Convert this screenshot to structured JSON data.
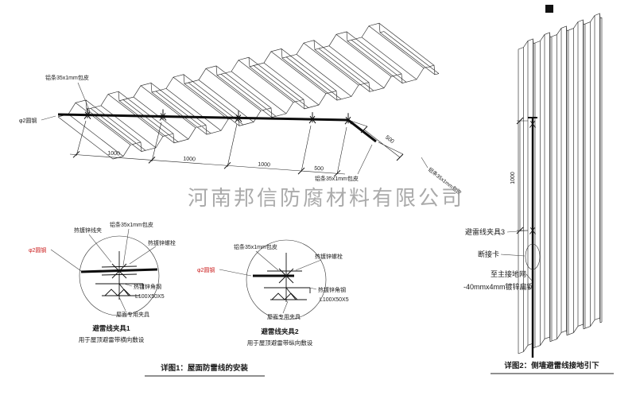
{
  "watermark": "河南邦信防腐材料有限公司",
  "main": {
    "label_strip_top": "铝条35x1mm包皮",
    "label_steel": "φ2圆钢",
    "label_strip_bottom": "铝条35x1mm包皮",
    "label_strip_right": "铝条35x1mm包皮",
    "dims": [
      "1000",
      "1000",
      "1000",
      "500"
    ],
    "dim_500_right": "500"
  },
  "detail1": {
    "title": "避雷线夹具1",
    "subtitle": "用于屋顶避雷带横向敷设",
    "labels": {
      "clip": "热镀锌线夹",
      "strip": "铝条35x1mm包皮",
      "bolt": "热镀锌螺栓",
      "steel": "φ2圆钢",
      "angle": "热镀锌角钢",
      "angle_spec": "L100X50X5",
      "fixture": "屋面专用夹具"
    }
  },
  "detail2": {
    "title": "避雷线夹具2",
    "subtitle": "用于屋顶避雷带纵向敷设",
    "labels": {
      "strip": "铝条35x1mm包皮",
      "bolt": "热镀锌螺栓",
      "steel": "φ2圆钢",
      "angle": "热镀锌角钢",
      "angle_spec": "L100X50X5",
      "fixture": "屋面专用夹具"
    }
  },
  "wall": {
    "dim_1000": "1000",
    "labels": {
      "clamp3": "避雷线夹具3",
      "disconnect": "断接卡",
      "to_ground": "至主接地网",
      "flat_steel": "-40mmx4mm镀锌扁钢"
    }
  },
  "captions": {
    "c1": "详图1：屋面防雷线的安装",
    "c2": "详图2：侧墙避雷线接地引下"
  },
  "colors": {
    "line": "#1a1a1a",
    "red": "#cc2222",
    "watermark": "#9c9c9c"
  }
}
